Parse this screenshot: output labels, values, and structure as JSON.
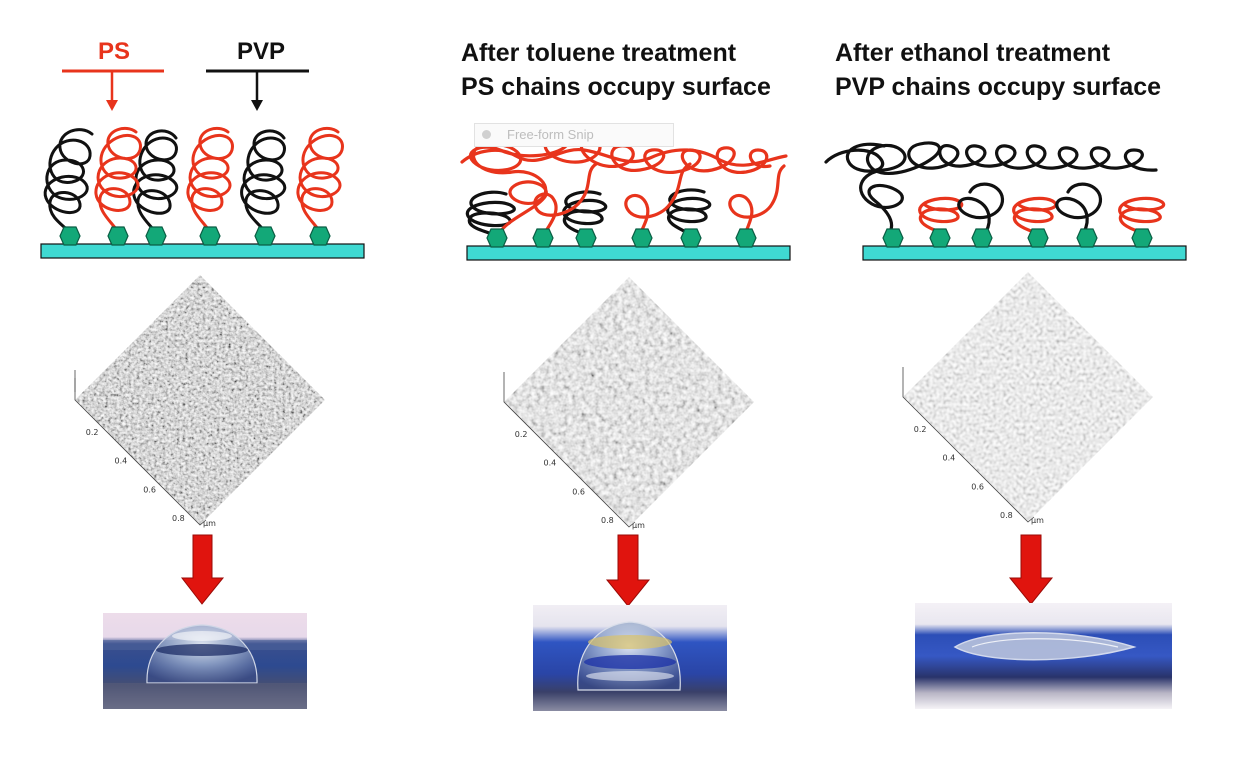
{
  "legend": {
    "ps_label": "PS",
    "pvp_label": "PVP"
  },
  "panels": [
    {
      "id": "untreated",
      "heading_line1": "",
      "heading_line2": ""
    },
    {
      "id": "toluene",
      "heading_line1": "After toluene treatment",
      "heading_line2": "PS chains occupy surface"
    },
    {
      "id": "ethanol",
      "heading_line1": "After ethanol treatment",
      "heading_line2": "PVP chains occupy surface"
    }
  ],
  "snip_overlay": {
    "label": "Free-form Snip"
  },
  "afm_axis": {
    "ticks": [
      "0.2",
      "0.4",
      "0.6",
      "0.8"
    ],
    "unit": "μm"
  },
  "colors": {
    "ps_chain": "#e8341c",
    "pvp_chain": "#111111",
    "substrate": "#3fd9d2",
    "anchor": "#13a878",
    "arrow": "#e0140e"
  },
  "icons": [
    "down-arrow-icon",
    "snip-icon"
  ]
}
